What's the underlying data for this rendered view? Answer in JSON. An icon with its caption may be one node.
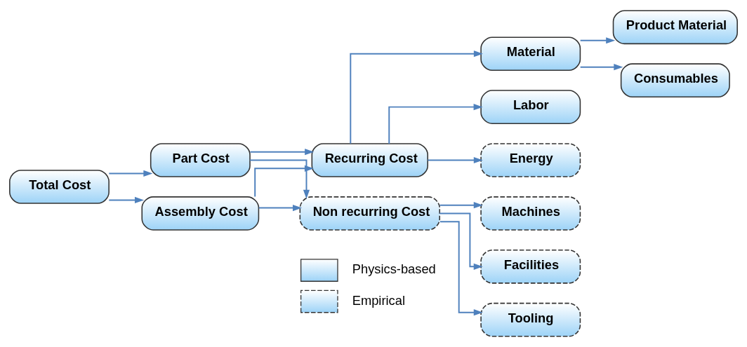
{
  "diagram": {
    "nodes": [
      {
        "text": [
          "Total Cost"
        ]
      },
      {
        "text": [
          "Part Cost"
        ]
      },
      {
        "text": [
          "Assembly Cost"
        ]
      },
      {
        "text": [
          "Non recurring Cost"
        ]
      },
      {
        "text": [
          "Recurring Cost"
        ]
      },
      {
        "text": [
          "Machines"
        ]
      },
      {
        "text": [
          "Facilities"
        ]
      },
      {
        "text": [
          "Tooling"
        ]
      },
      {
        "text": [
          "Material"
        ]
      },
      {
        "text": [
          "Labor"
        ]
      },
      {
        "text": [
          "Energy"
        ]
      },
      {
        "text": [
          "Product Material"
        ]
      },
      {
        "text": [
          "Consumables"
        ]
      }
    ],
    "edges": [
      {
        "from": 0,
        "to": 1,
        "arrow": "to"
      },
      {
        "from": 0,
        "to": 2,
        "arrow": "to"
      },
      {
        "from": 1,
        "to": 3,
        "arrow": "to"
      },
      {
        "from": 1,
        "to": 4,
        "arrow": "to"
      },
      {
        "from": 2,
        "to": 3,
        "arrow": "to"
      },
      {
        "from": 2,
        "to": 4,
        "arrow": "to"
      },
      {
        "from": 3,
        "to": 5,
        "arrow": "to"
      },
      {
        "from": 3,
        "to": 6,
        "arrow": "to"
      },
      {
        "from": 3,
        "to": 7,
        "arrow": "to"
      },
      {
        "from": 4,
        "to": 8,
        "arrow": "to"
      },
      {
        "from": 4,
        "to": 9,
        "arrow": "to"
      },
      {
        "from": 4,
        "to": 10,
        "arrow": "to"
      },
      {
        "from": 8,
        "to": 11,
        "arrow": "to"
      },
      {
        "from": 8,
        "to": 12,
        "arrow": "to"
      }
    ],
    "legend": [
      {
        "text": "Physics-based"
      },
      {
        "text": "Empirical"
      }
    ]
  }
}
